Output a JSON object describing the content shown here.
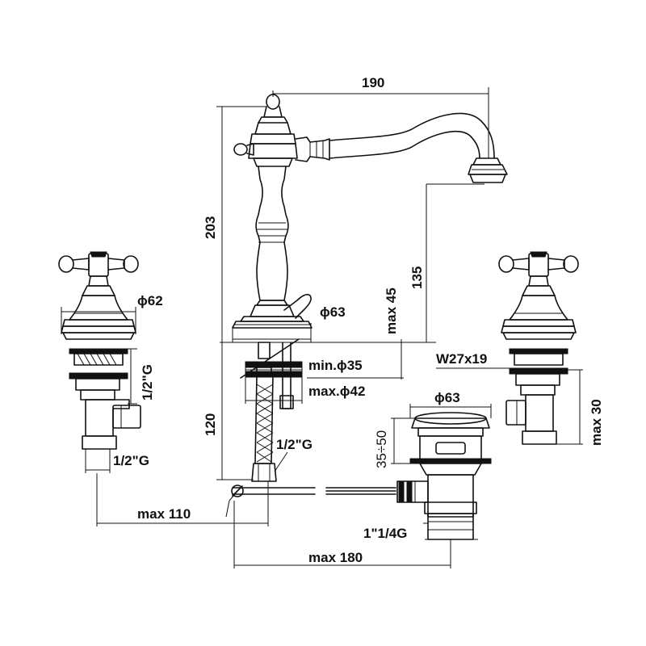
{
  "labels": {
    "spout_reach": "190",
    "total_height": "203",
    "spout_height": "135",
    "base_diameter": "ϕ63",
    "max_deck": "max 45",
    "handle_diameter": "ϕ62",
    "handle_thread": "1/2\"G",
    "handle_inlet": "1/2\"G",
    "min_hole": "min.ϕ35",
    "max_hole": "max.ϕ42",
    "shank_length": "120",
    "hose_thread": "1/2\"G",
    "waste_diameter": "ϕ63",
    "waste_range": "35÷50",
    "waste_thread": "1\"1/4G",
    "right_thread": "W27x19",
    "right_max": "max 30",
    "max_110": "max 110",
    "max_180": "max 180"
  }
}
